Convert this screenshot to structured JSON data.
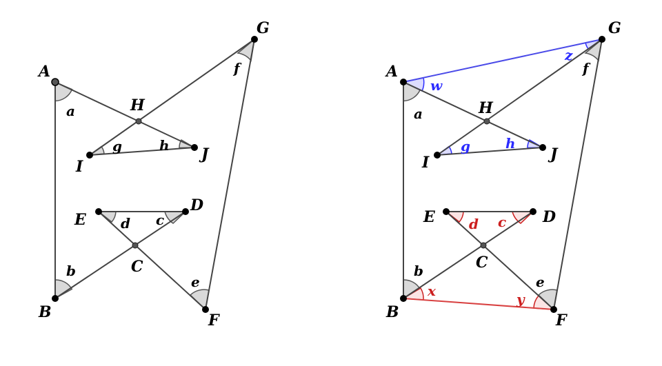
{
  "colors": {
    "segment": "#444444",
    "point": "#000000",
    "angle_fill": "#d9d9d9",
    "angle_stroke": "#555555",
    "label": "#000000",
    "blue": "#2c2cff",
    "blue_fill": "#dcdcff",
    "red": "#cc1f1f",
    "red_fill": "#fbe4e4"
  },
  "left_figure": {
    "point_labels": {
      "A": "A",
      "B": "B",
      "C": "C",
      "D": "D",
      "E": "E",
      "F": "F",
      "G": "G",
      "H": "H",
      "I": "I",
      "J": "J"
    },
    "angle_labels": {
      "a": "a",
      "b": "b",
      "c": "c",
      "d": "d",
      "e": "e",
      "f": "f",
      "g": "g",
      "h": "h"
    }
  },
  "right_figure": {
    "point_labels": {
      "A": "A",
      "B": "B",
      "C": "C",
      "D": "D",
      "E": "E",
      "F": "F",
      "G": "G",
      "H": "H",
      "I": "I",
      "J": "J"
    },
    "angle_labels": {
      "a": "a",
      "b": "b",
      "c": "c",
      "d": "d",
      "e": "e",
      "f": "f",
      "g": "g",
      "h": "h",
      "w": "w",
      "x": "x",
      "y": "y",
      "z": "z"
    }
  }
}
